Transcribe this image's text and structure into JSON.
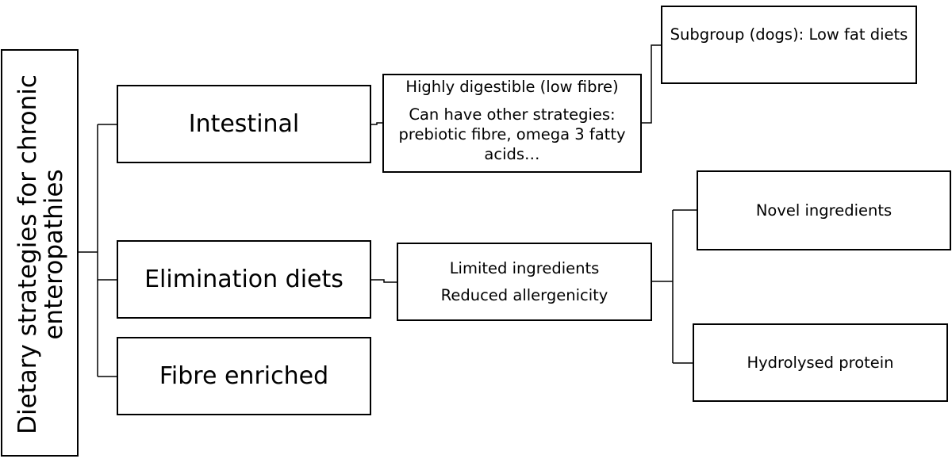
{
  "diagram": {
    "root": {
      "label": "Dietary strategies for chronic enteropathies"
    },
    "branches": {
      "intestinal": {
        "label": "Intestinal",
        "detail": {
          "line1": "Highly digestible (low fibre)",
          "line2": "Can have other strategies: prebiotic fibre, omega 3 fatty acids…"
        },
        "subgroup": {
          "label": "Subgroup (dogs): Low fat diets"
        }
      },
      "elimination": {
        "label": "Elimination diets",
        "detail": {
          "line1": "Limited ingredients",
          "line2": "Reduced allergenicity"
        },
        "options": {
          "novel": "Novel ingredients",
          "hydrolysed": "Hydrolysed protein"
        }
      },
      "fibre": {
        "label": "Fibre enriched"
      }
    }
  }
}
